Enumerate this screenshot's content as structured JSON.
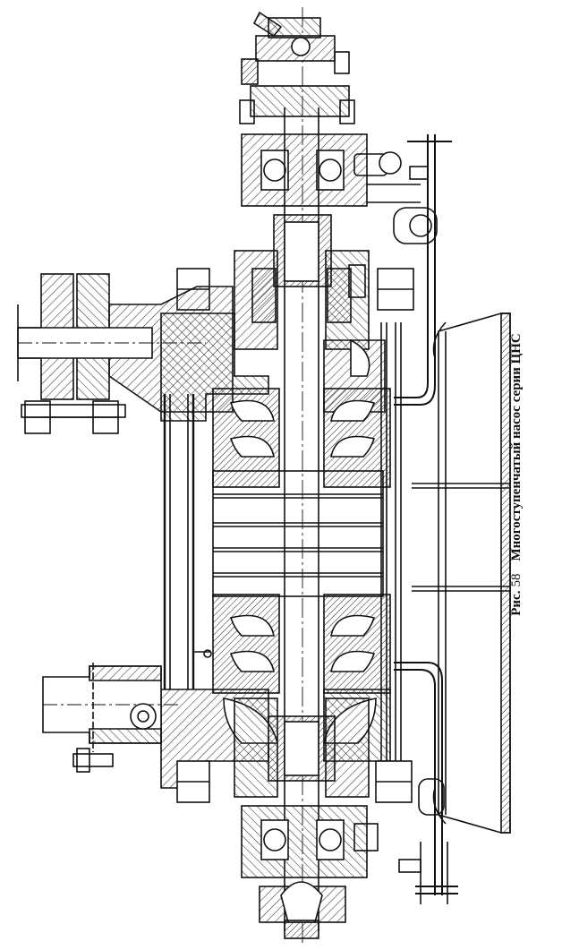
{
  "figure": {
    "caption_label": "Рис.",
    "caption_number": "58",
    "caption_title": "Многоступенчатый насос серии ЦНС"
  },
  "colors": {
    "ink": "#111111",
    "hatch": "#333333",
    "paper": "#ffffff"
  }
}
